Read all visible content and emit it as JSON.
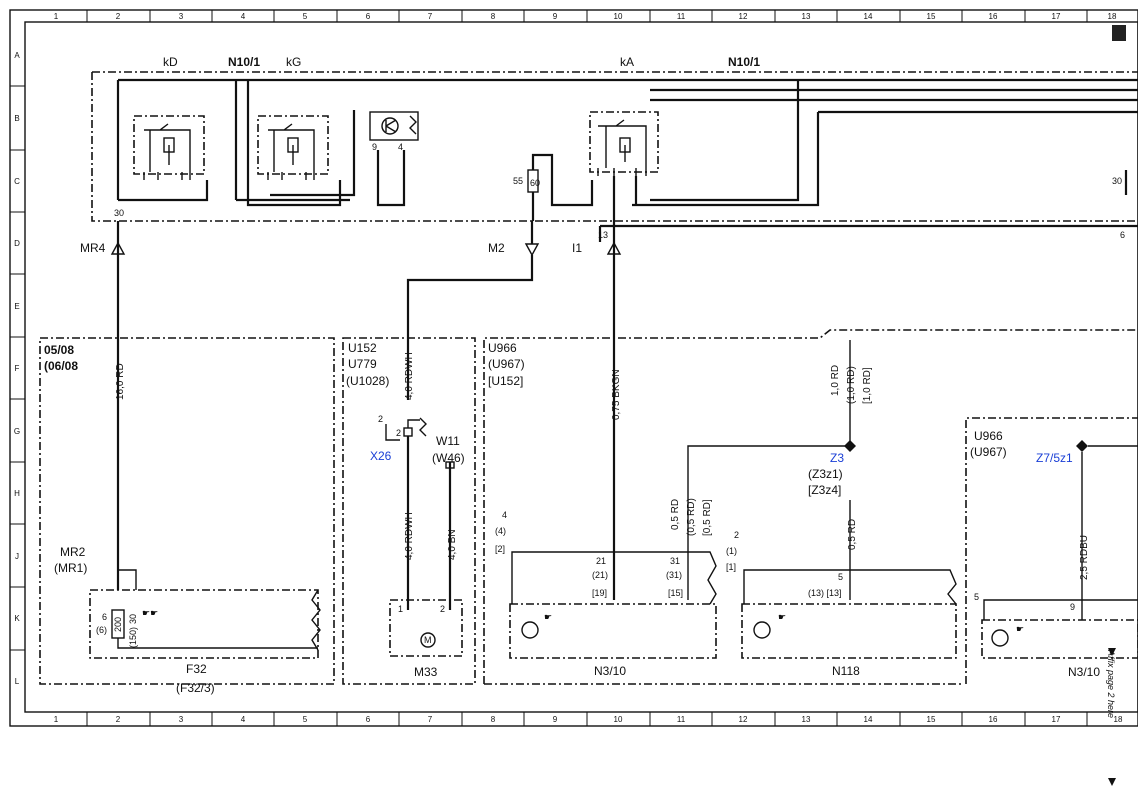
{
  "grid": {
    "columns": [
      "1",
      "2",
      "3",
      "4",
      "5",
      "6",
      "7",
      "8",
      "9",
      "10",
      "11",
      "12",
      "13",
      "14",
      "15",
      "16",
      "17",
      "18"
    ],
    "rows": [
      "A",
      "B",
      "C",
      "D",
      "E",
      "F",
      "G",
      "H",
      "J",
      "K",
      "L"
    ]
  },
  "top_module": {
    "labels": {
      "kD": "kD",
      "n10_left": "N10/1",
      "kG": "kG",
      "kA": "kA",
      "n10_right": "N10/1"
    },
    "pins": {
      "p30_bottom": "30",
      "p9": "9",
      "p4": "4",
      "p55": "55",
      "p60": "60",
      "p13": "13",
      "p30_right": "30",
      "p6": "6"
    }
  },
  "connectors": {
    "mr4": "MR4",
    "m2": "M2",
    "i1": "I1"
  },
  "f32_box": {
    "date_from": "05/08",
    "date_to": "(06/08",
    "wire": "16,0 RD",
    "mr2": "MR2",
    "mr1": "(MR1)",
    "pin6": "6",
    "pin6b": "(6)",
    "fuse": "200",
    "pin30": "30",
    "pin150": "(150)",
    "name": "F32",
    "name2": "(F32/3)"
  },
  "m33_box": {
    "u1": "U152",
    "u2": "U779",
    "u3": "(U1028)",
    "wire_top": "4,0 RDWH",
    "pin2": "2",
    "pin2b": "2",
    "x26": "X26",
    "w11": "W11",
    "w46": "(W46)",
    "wire_mid": "4,0 RDWH",
    "wire_bn": "4,0 BN",
    "pin1": "1",
    "pin2c": "2",
    "name": "M33"
  },
  "n310_box": {
    "u1": "U966",
    "u2": "(U967)",
    "u3": "[U152]",
    "wire_bkgn": "0,75 BKGN",
    "pin4": "4",
    "pin4b": "(4)",
    "pin2sq": "[2]",
    "p21": "21",
    "p21b": "(21)",
    "p19": "[19]",
    "p31": "31",
    "p31b": "(31)",
    "p15": "[15]",
    "wire_rd1": "0,5 RD",
    "wire_rd2": "(0,5 RD)",
    "wire_rd3": "[0,5 RD]",
    "name": "N3/10"
  },
  "n118_box": {
    "wire_1": "1,0 RD",
    "wire_2": "(1,0 RD)",
    "wire_3": "[1,0 RD]",
    "z3": "Z3",
    "z3z1": "(Z3z1)",
    "z3z4": "[Z3z4]",
    "wire_05": "0,5 RD",
    "pin2": "2",
    "pin1": "(1)",
    "pin1sq": "[1]",
    "p5": "5",
    "p13": "(13) [13]",
    "name": "N118"
  },
  "right_box": {
    "u1": "U966",
    "u2": "(U967)",
    "z7": "Z7/5z1",
    "wire": "2,5 RDBU",
    "p5": "5",
    "p9": "9",
    "name": "N3/10"
  },
  "affix_note": "Affix page 2 here"
}
